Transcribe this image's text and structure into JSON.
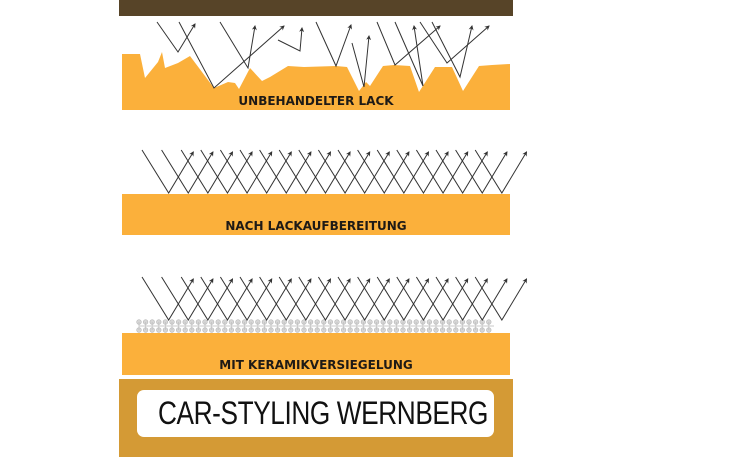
{
  "colors": {
    "top_bar": "#574428",
    "paint_orange": "#fbb03b",
    "ray_stroke": "#333333",
    "label_text": "#1e1a16",
    "footer_gold": "#d49a35",
    "ceramic_chain": "#c8c8c8",
    "pin_gradient": [
      "#ff8a00",
      "#e0169e"
    ]
  },
  "panels": [
    {
      "id": "untreated",
      "label": "UNBEHANDELTER LACK",
      "surface": "rough"
    },
    {
      "id": "polished",
      "label": "NACH LACKAUFBEREITUNG",
      "surface": "smooth"
    },
    {
      "id": "ceramic",
      "label": "MIT KERAMIKVERSIEGELUNG",
      "surface": "smooth-with-ceramic-coating"
    }
  ],
  "footer": {
    "icon": "location-pin-icon",
    "brand": "CAR-STYLING WERNBERG"
  }
}
